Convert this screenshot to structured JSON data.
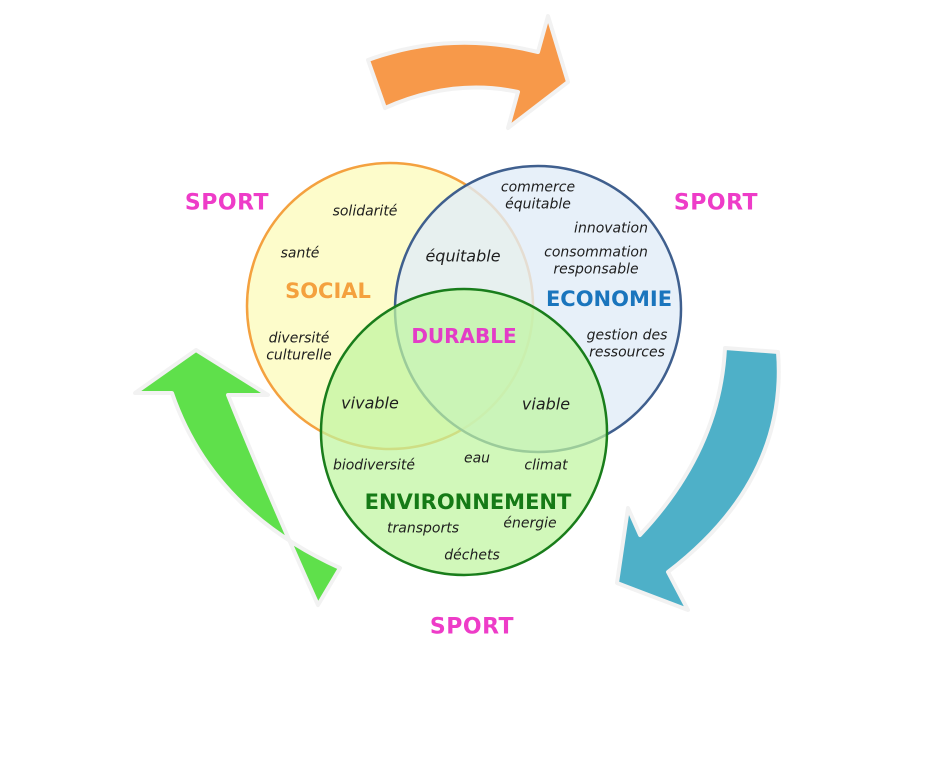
{
  "sport_labels": [
    "SPORT",
    "SPORT",
    "SPORT"
  ],
  "circles": {
    "social": {
      "title": "SOCIAL",
      "fill": "#fdfbc2",
      "stroke": "#f4a13f",
      "title_color": "#f4a13f"
    },
    "economie": {
      "title": "ECONOMIE",
      "fill": "#e1ecf8",
      "stroke": "#3f5f8e",
      "title_color": "#1a75bd"
    },
    "environnement": {
      "title": "ENVIRONNEMENT",
      "fill": "#bff5a0",
      "stroke": "#197d1b",
      "title_color": "#157a16"
    }
  },
  "center": {
    "label": "DURABLE",
    "color": "#e33dc7"
  },
  "intersections": {
    "social_economie": "équitable",
    "social_environnement": "vivable",
    "economie_environnement": "viable"
  },
  "social_words": [
    "solidarité",
    "santé",
    "diversité",
    "culturelle"
  ],
  "economie_words": [
    "commerce",
    "équitable",
    "innovation",
    "consommation",
    "responsable",
    "gestion des",
    "ressources"
  ],
  "environnement_words": [
    "biodiversité",
    "eau",
    "climat",
    "transports",
    "énergie",
    "déchets"
  ],
  "arrows": {
    "top_color": "#f7994a",
    "right_color": "#4eb0c8",
    "left_color": "#5fe04b"
  }
}
